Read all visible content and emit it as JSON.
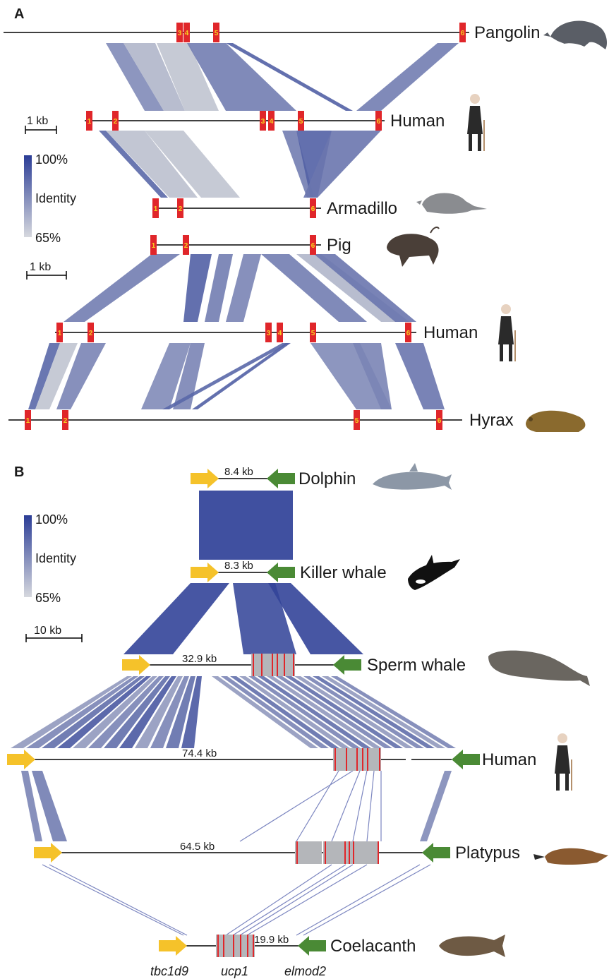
{
  "panels": {
    "a": {
      "label": "A",
      "species": {
        "pangolin": "Pangolin",
        "human1": "Human",
        "armadillo": "Armadillo",
        "pig": "Pig",
        "human2": "Human",
        "hyrax": "Hyrax"
      },
      "scale_bar_1": "1 kb",
      "scale_bar_2": "1 kb",
      "legend": {
        "max": "100%",
        "mid": "Identity",
        "min": "65%"
      },
      "exon_labels": [
        "1",
        "2",
        "3",
        "4",
        "5",
        "6"
      ]
    },
    "b": {
      "label": "B",
      "species": {
        "dolphin": "Dolphin",
        "killer_whale": "Killer whale",
        "sperm_whale": "Sperm whale",
        "human": "Human",
        "platypus": "Platypus",
        "coelacanth": "Coelacanth"
      },
      "sizes": {
        "dolphin": "8.4 kb",
        "killer_whale": "8.3 kb",
        "sperm_whale": "32.9 kb",
        "human": "74.4 kb",
        "platypus": "64.5 kb",
        "coelacanth": "19.9 kb"
      },
      "scale_bar": "10 kb",
      "legend": {
        "max": "100%",
        "mid": "Identity",
        "min": "65%"
      },
      "genes": {
        "left": "tbc1d9",
        "middle": "ucp1",
        "right": "elmod2"
      }
    }
  },
  "colors": {
    "identity_high": "#2b3d96",
    "identity_low": "#c8cbd3",
    "exon_box": "#e0262a",
    "exon_label": "#f5d020",
    "arrow_left_gene": "#f5c22a",
    "arrow_right_gene": "#4a8a35",
    "ucp1_box": "#b4b6ba"
  },
  "icons": {
    "pangolin": "pangolin-silhouette-icon",
    "human": "human-figure-icon",
    "armadillo": "armadillo-silhouette-icon",
    "pig": "warthog-silhouette-icon",
    "hyrax": "hyrax-silhouette-icon",
    "dolphin": "dolphin-silhouette-icon",
    "killer_whale": "orca-silhouette-icon",
    "sperm_whale": "sperm-whale-silhouette-icon",
    "platypus": "platypus-silhouette-icon",
    "coelacanth": "coelacanth-silhouette-icon"
  }
}
